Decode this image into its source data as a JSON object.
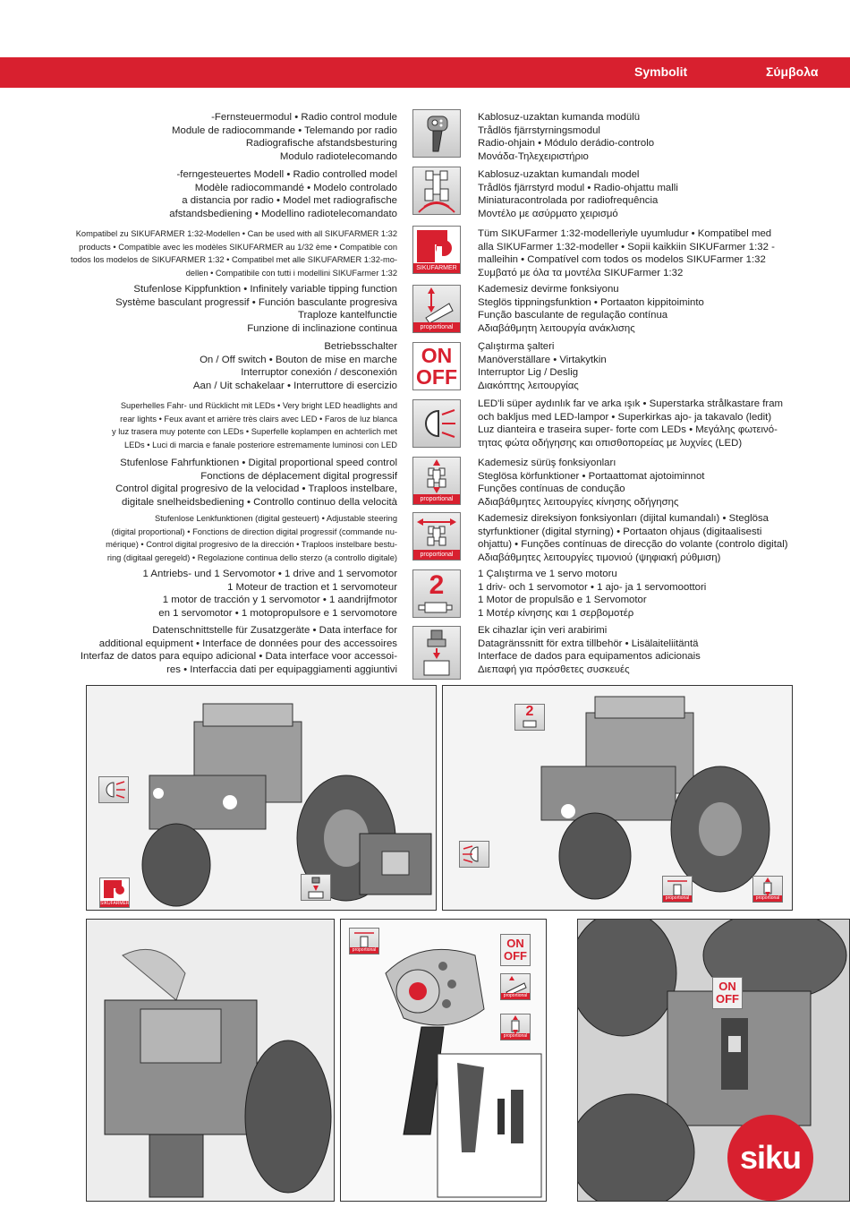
{
  "header": {
    "title_fi": "Symbolit",
    "title_el": "Σύμβολα"
  },
  "rows": [
    {
      "icon": "radio-control-module-icon",
      "left": [
        "-Fernsteuermodul • Radio control module",
        "Module de radiocommande • Telemando por radio",
        "Radiografische afstandsbesturing",
        "Modulo radiotelecomando"
      ],
      "right": [
        "Kablosuz-uzaktan kumanda modülü",
        "Trådlös fjärrstyrningsmodul",
        "Radio-ohjain • Módulo derádio-controlo",
        "Μονάδα-Τηλεχειριστήριο"
      ]
    },
    {
      "icon": "radio-controlled-model-icon",
      "left": [
        "-ferngesteuertes Modell • Radio controlled model",
        "Modèle radiocommandé • Modelo controlado",
        "a distancia por radio • Model met radiografische",
        "afstandsbediening • Modellino radiotelecomandato"
      ],
      "right": [
        "Kablosuz-uzaktan kumandalı model",
        "Trådlös fjärrstyrd modul • Radio-ohjattu malli",
        "Miniaturacontrolada por radiofrequência",
        "Μοντέλο με ασύρματο χειρισμό"
      ]
    },
    {
      "icon": "sikufarmer-icon",
      "badge": "SIKUFARMER",
      "left": [
        "Kompatibel zu SIKUFARMER 1:32-Modellen • Can be used with all SIKUFARMER 1:32",
        "products • Compatible avec les modèles SIKUFARMER au 1/32 ème • Compatible con",
        "todos los modelos de SIKUFARMER 1:32 • Compatibel met alle SIKUFARMER 1:32-mo-",
        "dellen • Compatibile con tutti i modellini SIKUFarmer 1:32"
      ],
      "right": [
        "Tüm SIKUFarmer 1:32-modelleriyle uyumludur • Kompatibel med",
        "alla SIKUFarmer 1:32-modeller • Sopii kaikkiin SIKUFarmer 1:32 -",
        "malleihin • Compatível com todos os modelos SIKUFarmer 1:32",
        "Συμβατό με όλα τα μοντέλα SIKUFarmer 1:32"
      ]
    },
    {
      "icon": "tipping-function-icon",
      "badge": "proportional",
      "left": [
        "Stufenlose Kippfunktion • Infinitely variable tipping function",
        "Système basculant progressif • Función basculante progresiva",
        "Traploze kantelfunctie",
        "Funzione di inclinazione continua"
      ],
      "right": [
        "Kademesiz devirme fonksiyonu",
        "Steglös tippningsfunktion • Portaaton kippitoiminto",
        "Função basculante de regulação contínua",
        "Αδιαβάθμητη λειτουργία ανάκλισης"
      ]
    },
    {
      "icon": "on-off-switch-icon",
      "on": "ON",
      "off": "OFF",
      "left": [
        "Betriebsschalter",
        "On / Off switch • Bouton de mise en marche",
        "Interruptor conexión / desconexión",
        "Aan / Uit schakelaar • Interruttore di esercizio"
      ],
      "right": [
        "Çalıştırma şalteri",
        "Manöverställare • Virtakytkin",
        "Interruptor Lig / Deslig",
        "Διακόπτης λειτουργίας"
      ]
    },
    {
      "icon": "led-lights-icon",
      "left": [
        "Superhelles Fahr- und Rücklicht mit LEDs • Very bright LED headlights and",
        "rear lights • Feux avant et arrière très clairs avec LED • Faros de luz blanca",
        "y luz trasera muy potente con LEDs • Superfelle koplampen en achterlich met",
        "LEDs • Luci di marcia e fanale posteriore estremamente luminosi con LED"
      ],
      "right": [
        "LED'li süper aydınlık far ve arka ışık • Superstarka strålkastare fram",
        "och bakljus med LED-lampor • Superkirkas ajo- ja takavalo (ledit)",
        "Luz dianteira e traseira super- forte com LEDs • Μεγάλης φωτεινό-",
        "τητας φώτα οδήγησης και οπισθοπορείας με λυχνίες (LED)"
      ]
    },
    {
      "icon": "speed-control-icon",
      "badge": "proportional",
      "left": [
        "Stufenlose Fahrfunktionen • Digital proportional speed control",
        "Fonctions de déplacement digital progressif",
        "Control digital progresivo de la velocidad • Traploos instelbare,",
        "digitale snelheidsbediening • Controllo continuo della velocità"
      ],
      "right": [
        "Kademesiz sürüş fonksiyonları",
        "Steglösa körfunktioner • Portaattomat ajotoiminnot",
        "Funções contínuas de condução",
        "Αδιαβάθμητες λειτουργίες κίνησης οδήγησης"
      ]
    },
    {
      "icon": "steering-icon",
      "badge": "proportional",
      "left": [
        "Stufenlose Lenkfunktionen (digital gesteuert) • Adjustable steering",
        "(digital proportional) • Fonctions de direction digital progressif (commande nu-",
        "mérique) • Control digital progresivo de la dirección • Traploos instelbare bestu-",
        "ring (digitaal geregeld) • Regolazione continua dello sterzo (a controllo digitale)"
      ],
      "right": [
        "Kademesiz direksiyon fonksiyonları (dijital kumandalı) • Steglösa",
        "styrfunktioner (digital styrning) • Portaaton ohjaus (digitaalisesti",
        "ohjattu) • Funções contínuas de direcção do volante (controlo digital)",
        "Αδιαβάθμητες λειτουργίες τιμονιού (ψηφιακή ρύθμιση)"
      ]
    },
    {
      "icon": "motors-icon",
      "number": "2",
      "left": [
        "1 Antriebs- und 1 Servomotor • 1 drive and 1 servomotor",
        "1 Moteur de traction et 1 servomoteur",
        "1 motor de tracción y 1 servomotor • 1 aandrijfmotor",
        "en 1 servomotor • 1 motopropulsore e 1 servomotore"
      ],
      "right": [
        "1 Çalıştırma ve 1 servo motoru",
        "1 driv- och 1 servomotor • 1 ajo- ja 1 servomoottori",
        "1 Motor de propulsão e 1 Servomotor",
        "1 Μοτέρ κίνησης και 1 σερβομοτέρ"
      ]
    },
    {
      "icon": "data-interface-icon",
      "left": [
        "Datenschnittstelle für Zusatzgeräte • Data interface for",
        "additional equipment • Interface de données pour des accessoires",
        "Interfaz de datos para equipo adicional • Data interface voor accessoi-",
        "res • Interfaccia dati per equipaggiamenti aggiuntivi"
      ],
      "right": [
        "Ek cihazlar için veri arabirimi",
        "Datagränssnitt för extra tillbehör • Lisälaiteliitäntä",
        "Interface de dados para equipamentos adicionais",
        "Διεπαφή για πρόσθετες συσκευές"
      ]
    }
  ],
  "photos": {
    "badge_proportional": "proportional",
    "badge_sikufarmer": "SIKUFARMER",
    "on": "ON",
    "off": "OFF",
    "motor_number": "2"
  },
  "brand": {
    "logo_text": "siku",
    "accent": "#d8202f"
  }
}
